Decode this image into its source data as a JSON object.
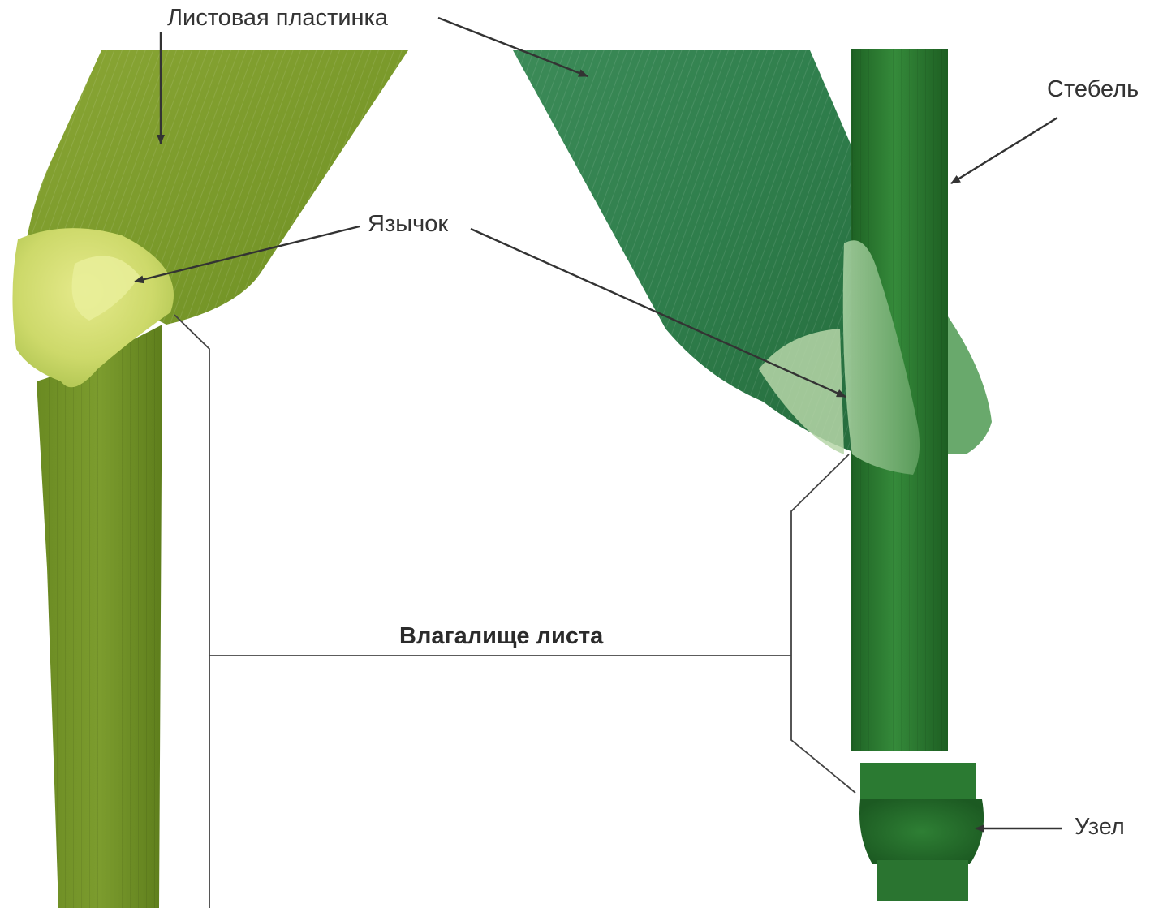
{
  "labels": {
    "blade": "Листовая пластинка",
    "ligule": "Язычок",
    "stem": "Стебель",
    "sheath": "Влагалище листа",
    "node": "Узел"
  },
  "colors": {
    "left_leaf": "#7a9a2a",
    "left_collar": "#d9e27a",
    "right_leaf": "#2e7e48",
    "stem": "#2c7a32",
    "node": "#256b2b",
    "line": "#444444",
    "arrow": "#333333"
  }
}
